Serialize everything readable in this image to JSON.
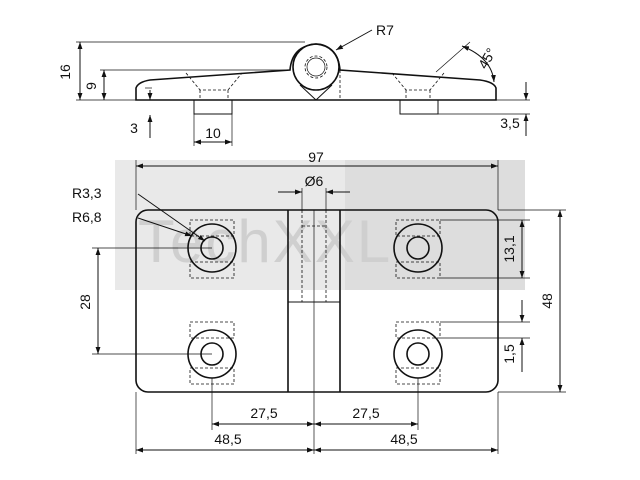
{
  "watermark": {
    "text": "TechXXL"
  },
  "side_view": {
    "labels": {
      "radius_knuckle": "R7",
      "angle": "45°",
      "height_total": "16",
      "height_leaf": "9",
      "height_offset": "3",
      "boss_width": "10",
      "boss_height": "3,5"
    }
  },
  "top_view": {
    "labels": {
      "total_width": "97",
      "pin_diameter": "Ø6",
      "radius_hole": "R3,3",
      "radius_counterbore": "R6,8",
      "hole_spacing_vertical": "28",
      "total_height": "48",
      "edge_offset_top": "13,1",
      "small_step": "1,5",
      "hole_offset_left": "27,5",
      "hole_offset_right": "27,5",
      "half_width_left": "48,5",
      "half_width_right": "48,5"
    }
  }
}
